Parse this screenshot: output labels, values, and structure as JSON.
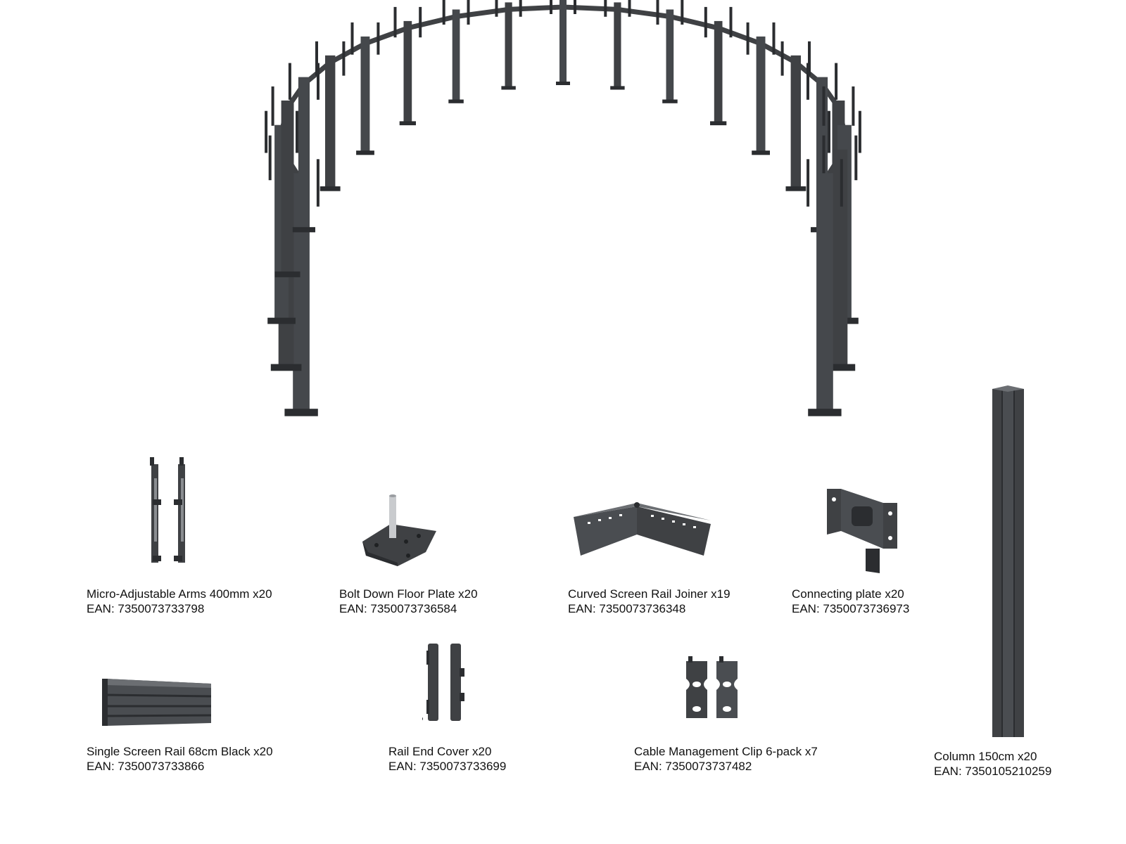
{
  "parts": [
    {
      "name": "Micro-Adjustable Arms 400mm x20",
      "ean": "EAN: 7350073733798"
    },
    {
      "name": "Bolt Down Floor Plate x20",
      "ean": "EAN: 7350073736584"
    },
    {
      "name": "Curved Screen Rail Joiner x19",
      "ean": "EAN: 7350073736348"
    },
    {
      "name": "Connecting plate x20",
      "ean": "EAN: 7350073736973"
    },
    {
      "name": "Single Screen Rail 68cm Black x20",
      "ean": "EAN: 7350073733866"
    },
    {
      "name": "Rail End Cover x20",
      "ean": "EAN: 7350073733699"
    },
    {
      "name": "Cable Management Clip 6-pack x7",
      "ean": "EAN: 7350073737482"
    },
    {
      "name": "Column 150cm x20",
      "ean": "EAN: 7350105210259"
    }
  ],
  "colors": {
    "metal": "#3f4144",
    "metal_dark": "#2b2d30",
    "metal_light": "#5a5d61",
    "text": "#111111",
    "background": "#ffffff"
  }
}
